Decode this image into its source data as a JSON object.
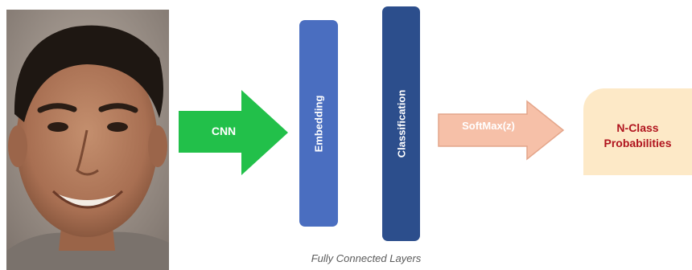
{
  "colors": {
    "cnn_arrow": "#22c04a",
    "softmax_arrow": "#f6c0a8",
    "embedding_bar": "#4a6ec0",
    "classification_bar": "#2c4e8c",
    "output_box": "#fde9c7",
    "output_text": "#b0141e"
  },
  "nodes": {
    "cnn": "CNN",
    "embedding": "Embedding",
    "classification": "Classification",
    "softmax": "SoftMax(z)",
    "output": "N-Class\nProbabilities"
  },
  "caption": "Fully Connected Layers"
}
